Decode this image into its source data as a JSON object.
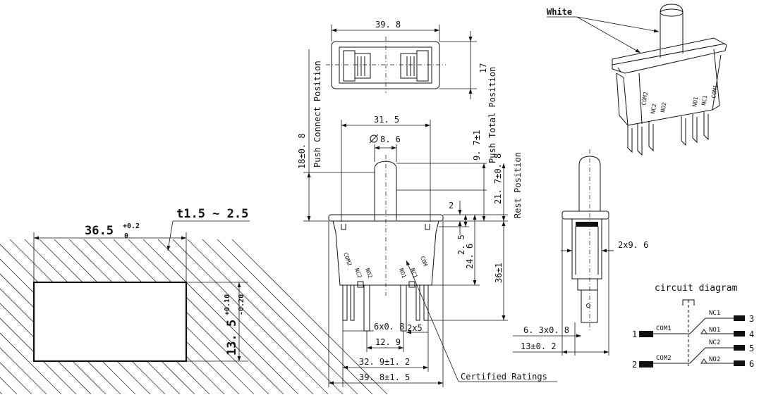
{
  "cutout": {
    "width": "36.5",
    "width_tol_upper": "+0.2",
    "width_tol_lower": "0",
    "thickness": "t1.5 ~ 2.5",
    "height": "13. 5",
    "height_tol_upper": "+0.10",
    "height_tol_lower": "-0.20"
  },
  "top_view": {
    "width": "39. 8",
    "depth": "17"
  },
  "front_view": {
    "body_width": "31. 5",
    "plunger_dia": "8. 6",
    "push_connect": "18±0. 8",
    "push_connect_label": "Push Connect Position",
    "push_total": "9. 7±1",
    "push_total_label": "Push Total Position",
    "rest": "21. 7±0. 8",
    "rest_label": "Rest Position",
    "dim_2": "2",
    "dim_2_5": "2. 5",
    "dim_24_6": "24. 6",
    "dim_36": "36±1",
    "terminal_size": "6x0. 8",
    "pitch": "2x5",
    "dim_12_9": "12. 9",
    "dim_32_9": "32. 9±1. 2",
    "dim_39_8": "39. 8±1. 5",
    "certified": "Certified Ratings"
  },
  "side_view": {
    "width": "2x9. 6",
    "terminal": "6. 3x0. 8",
    "dim_13": "13±0. 2"
  },
  "iso_view": {
    "color_label": "White",
    "marks": [
      "COM2",
      "NC2",
      "NO2",
      "NO1",
      "NC1",
      "COM1"
    ]
  },
  "body_marks": [
    "COM2",
    "NC2",
    "NO2",
    "NO1",
    "NC1",
    "COM"
  ],
  "circuit": {
    "title": "circuit diagram",
    "com1": "COM1",
    "com2": "COM2",
    "nc1": "NC1",
    "no1": "NO1",
    "nc2": "NC2",
    "no2": "NO2",
    "pin1": "1",
    "pin2": "2",
    "pin3": "3",
    "pin4": "4",
    "pin5": "5",
    "pin6": "6"
  }
}
